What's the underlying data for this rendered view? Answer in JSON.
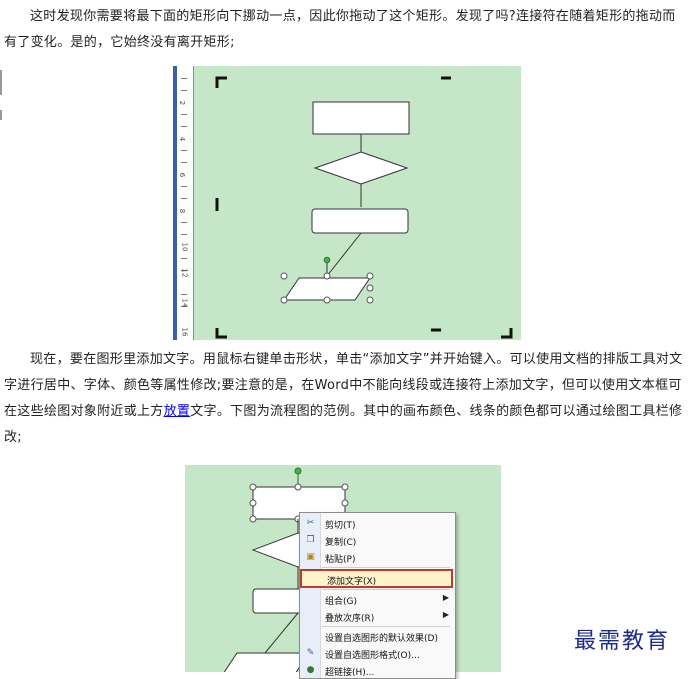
{
  "paragraph_1": "这时发现你需要将最下面的矩形向下挪动一点，因此你拖动了这个矩形。发现了吗?连接符在随着矩形的拖动而有了变化。是的，它始终没有离开矩形;",
  "paragraph_2_before_link": "现在，要在图形里添加文字。用鼠标右键单击形状，单击“添加文字”并开始键入。可以使用文档的排版工具对文字进行居中、字体、颜色等属性修改;要注意的是，在Word中不能向线段或连接符上添加文字，但可以使用文本框可在这些绘图对象附近或上方",
  "paragraph_2_link": "放置",
  "paragraph_2_after_link": "文字。下图为流程图的范例。其中的画布颜色、线条的颜色都可以通过绘图工具栏修改;",
  "ruler_numbers": [
    "2",
    "4",
    "6",
    "8",
    "10",
    "12",
    "14",
    "16"
  ],
  "context_menu": {
    "items": [
      {
        "label": "剪切(T)",
        "icon": "scissors-icon"
      },
      {
        "label": "复制(C)",
        "icon": "copy-icon"
      },
      {
        "label": "粘贴(P)",
        "icon": "paste-icon"
      },
      {
        "label": "添加文字(X)",
        "icon": "",
        "highlighted": true
      },
      {
        "label": "组合(G)",
        "icon": "",
        "submenu": true
      },
      {
        "label": "叠放次序(R)",
        "icon": "",
        "submenu": true
      },
      {
        "label": "设置自选图形的默认效果(D)",
        "icon": ""
      },
      {
        "label": "设置自选图形格式(O)...",
        "icon": "format-icon"
      },
      {
        "label": "超链接(H)...",
        "icon": "hyperlink-icon"
      }
    ]
  },
  "watermark": "最需教育",
  "colors": {
    "canvas": "#c6e6c8",
    "link": "#0000ee",
    "highlight_border": "#c0392b",
    "watermark": "#1d2a8a"
  }
}
